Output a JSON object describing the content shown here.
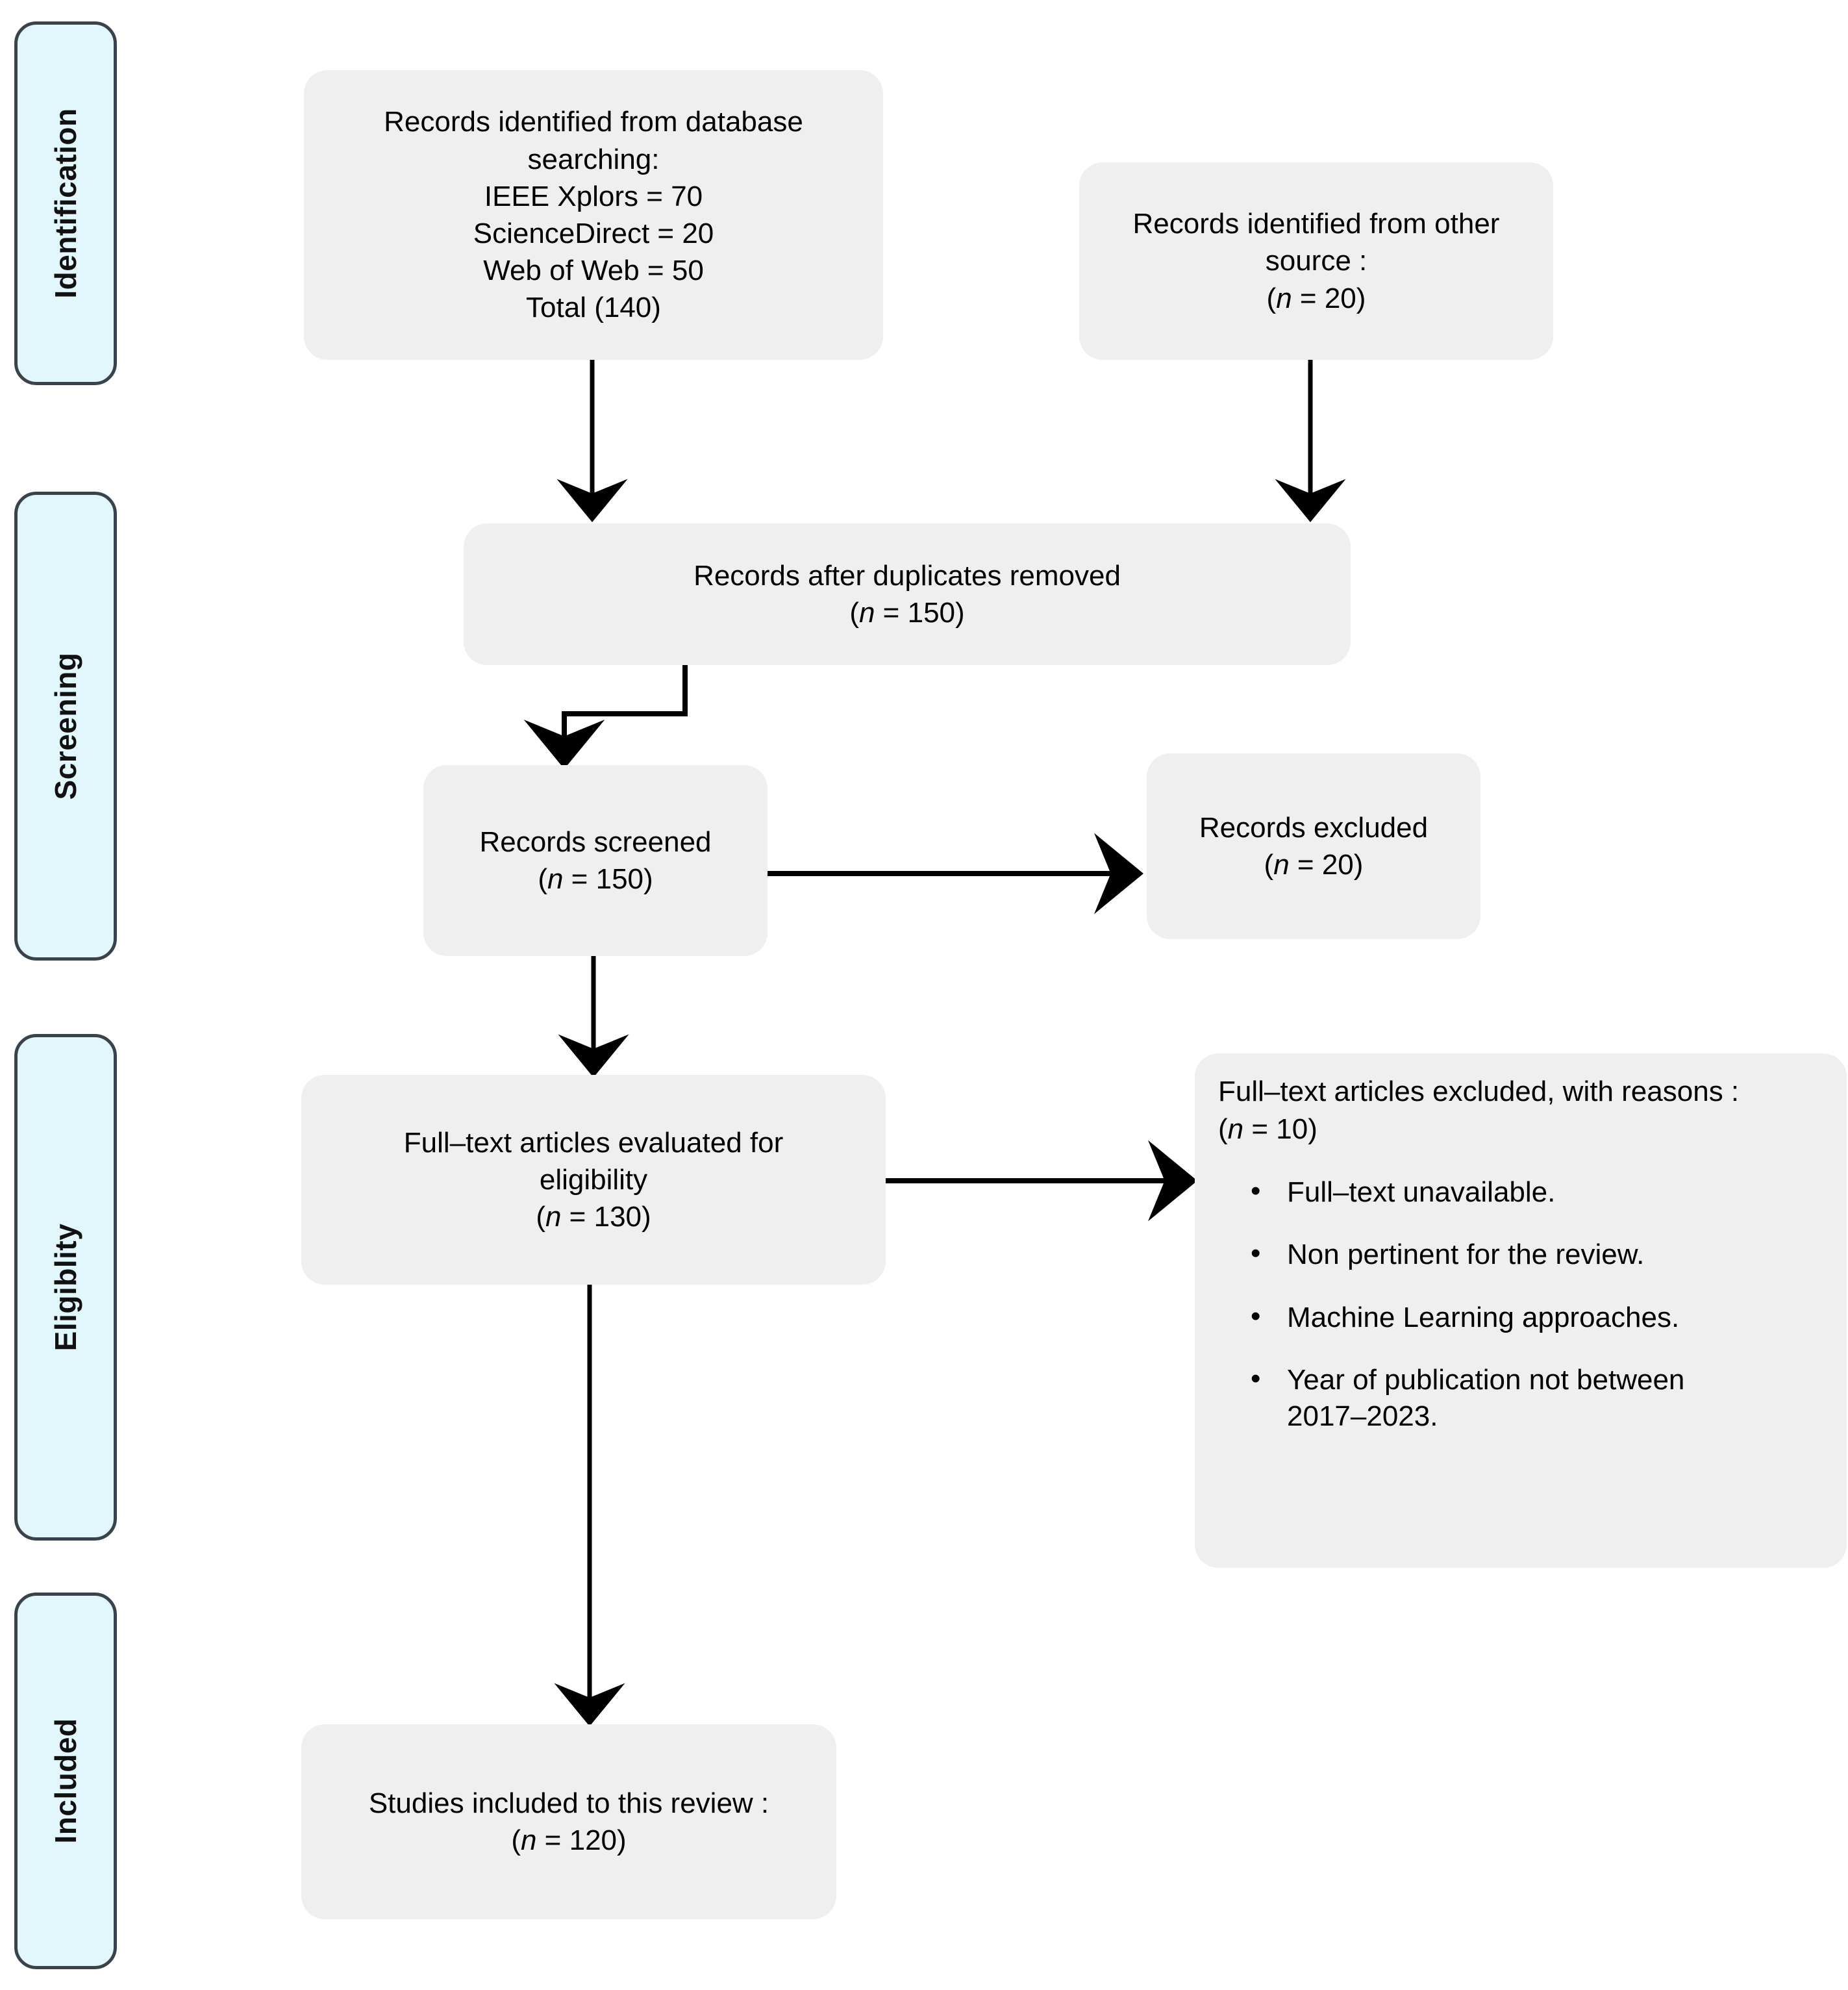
{
  "diagram": {
    "title": "PRISMA flow diagram",
    "colors": {
      "box_fill": "#efefef",
      "phase_fill": "#e2f7fb",
      "phase_border": "#3a434b",
      "connector": "#000000",
      "text": "#000000"
    }
  },
  "phases": [
    {
      "id": "identification",
      "label": "Identification"
    },
    {
      "id": "screening",
      "label": "Screening"
    },
    {
      "id": "eligibility",
      "label": "Eligiblity"
    },
    {
      "id": "included",
      "label": "Included"
    }
  ],
  "boxes": {
    "db_records": {
      "lines": [
        "Records identified from database",
        "searching:",
        "IEEE Xplors = 70",
        "ScienceDirect = 20",
        "Web of Web = 50",
        "Total (140)"
      ]
    },
    "other_records": {
      "line1": "Records identified from other",
      "line2": "source :",
      "count_open": "(",
      "count_n": "n",
      "count_rest": " = 20)"
    },
    "duplicates_removed": {
      "line1": "Records after duplicates removed",
      "count_open": "(",
      "count_n": "n",
      "count_rest": " = 150)"
    },
    "records_screened": {
      "line1": "Records screened",
      "count_open": "(",
      "count_n": "n",
      "count_rest": " = 150)"
    },
    "records_excluded": {
      "line1": "Records excluded",
      "count_open": "(",
      "count_n": "n",
      "count_rest": " = 20)"
    },
    "fulltext_evaluated": {
      "line1": "Full–text articles evaluated for",
      "line2": "eligibility",
      "count_open": "(",
      "count_n": "n",
      "count_rest": " = 130)"
    },
    "fulltext_excluded": {
      "heading": "Full–text articles excluded, with reasons :",
      "count_open": "(",
      "count_n": "n",
      "count_rest": " = 10)",
      "reasons": [
        "Full–text unavailable.",
        "Non pertinent for the review.",
        "Machine Learning approaches.",
        "Year of publication not between 2017–2023."
      ]
    },
    "studies_included": {
      "line1": "Studies included to this review :",
      "count_open": "(",
      "count_n": "n",
      "count_rest": " = 120)"
    }
  }
}
